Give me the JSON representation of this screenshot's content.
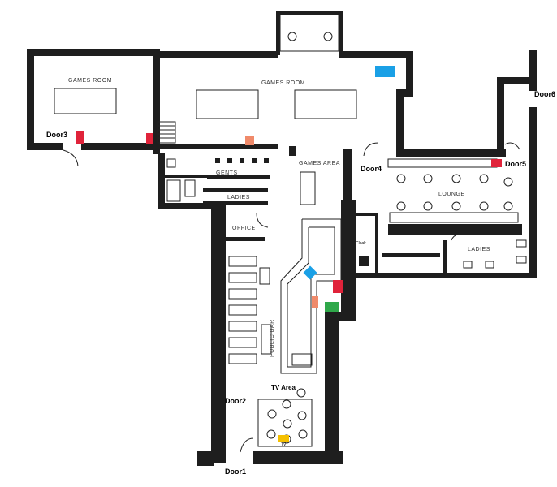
{
  "rooms": {
    "games_room_left": "GAMES ROOM",
    "games_room_main": "GAMES ROOM",
    "games_area": "GAMES AREA",
    "gents": "GENTS",
    "ladies_left": "LADIES",
    "office": "OFFICE",
    "lounge": "LOUNGE",
    "ladies_right": "LADIES",
    "public_bar": "PUBLIC BAR",
    "tv_area": "TV Area",
    "tv": "TV",
    "cloak": "Cloak"
  },
  "doors": {
    "door1": "Door1",
    "door2": "Door2",
    "door3": "Door3",
    "door4": "Door4",
    "door5": "Door5",
    "door6": "Door6"
  },
  "colors": {
    "wall": "#1e1e1e",
    "red_marker": "#e0233a",
    "salmon_marker": "#f08a6a",
    "blue_marker": "#1aa0e6",
    "green_marker": "#2fa84a",
    "yellow_marker": "#f5c000"
  }
}
